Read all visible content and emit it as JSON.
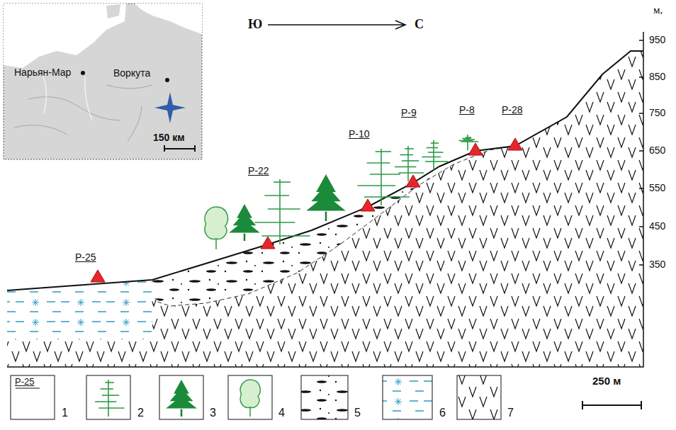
{
  "diagram": {
    "labels": [
      "Нарьян-Мар",
      "Воркута",
      "150 км",
      "Ю",
      "С",
      "м,",
      "950",
      "850",
      "750",
      "650",
      "550",
      "450",
      "350",
      "Р-25",
      "Р-22",
      "Р-10",
      "Р-9",
      "Р-8",
      "Р-28",
      "Р-25",
      "250 м"
    ],
    "legend": [
      {
        "text": "1"
      },
      {
        "text": "2"
      },
      {
        "text": "3"
      },
      {
        "text": "4"
      },
      {
        "text": "5"
      },
      {
        "text": "6"
      },
      {
        "text": "7"
      }
    ]
  }
}
